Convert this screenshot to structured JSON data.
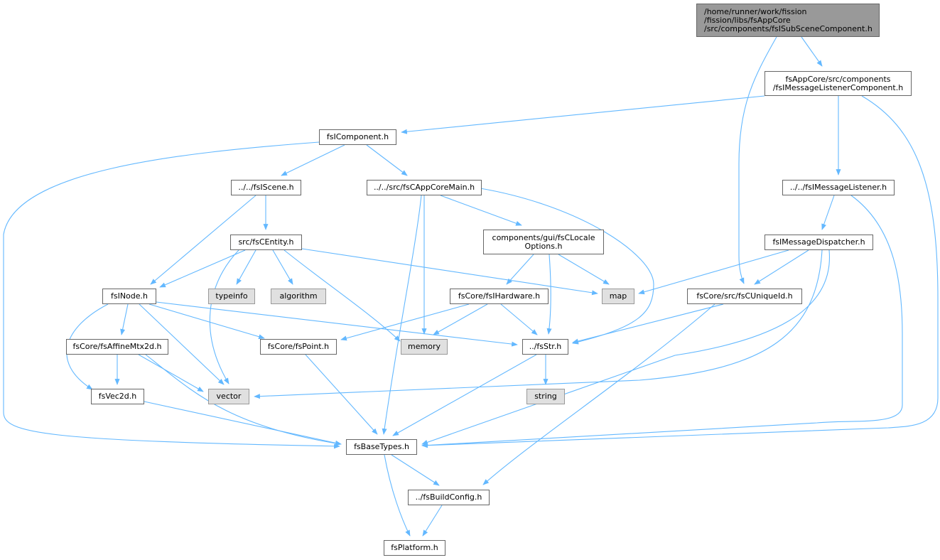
{
  "colors": {
    "edge": "#63b8ff",
    "root_fill": "#999999",
    "system_fill": "#e0e0e0",
    "border": "#666666"
  },
  "nodes": {
    "root": "/home/runner/work/fission\n/fission/libs/fsAppCore\n/src/components/fsISubSceneComponent.h",
    "msg_listener_component": "fsAppCore/src/components\n/fsIMessageListenerComponent.h",
    "component": "fsIComponent.h",
    "scene": "../../fsIScene.h",
    "appcoremain": "../../src/fsCAppCoreMain.h",
    "msg_listener": "../../fsIMessageListener.h",
    "entity": "src/fsCEntity.h",
    "locale": "components/gui/fsCLocale\nOptions.h",
    "msg_dispatcher": "fsIMessageDispatcher.h",
    "node": "fsINode.h",
    "typeinfo": "typeinfo",
    "algorithm": "algorithm",
    "hardware": "fsCore/fsIHardware.h",
    "map": "map",
    "uniqueid": "fsCore/src/fsCUniqueId.h",
    "affine": "fsCore/fsAffineMtx2d.h",
    "point": "fsCore/fsPoint.h",
    "memory": "memory",
    "str": "../fsStr.h",
    "vec2d": "fsVec2d.h",
    "vector": "vector",
    "string": "string",
    "basetypes": "fsBaseTypes.h",
    "buildconfig": "../fsBuildConfig.h",
    "platform": "fsPlatform.h"
  }
}
